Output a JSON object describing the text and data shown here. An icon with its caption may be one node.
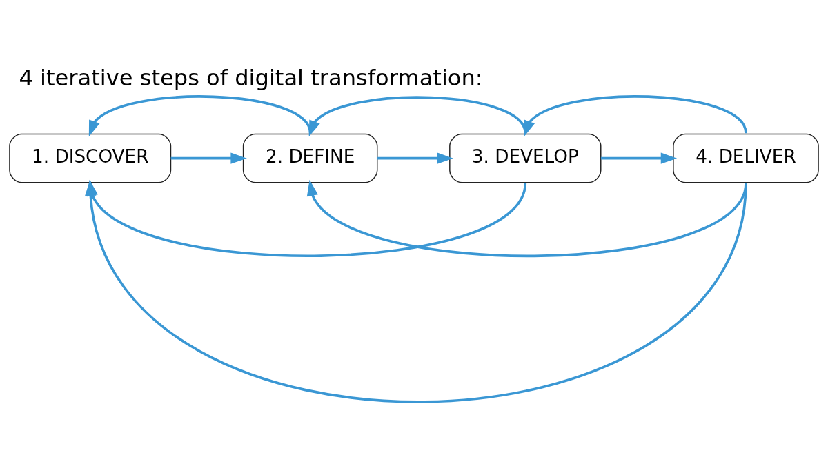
{
  "diagram": {
    "title": "4 iterative steps of digital transformation:",
    "nodes": [
      {
        "text": [
          "1. DISCOVER"
        ]
      },
      {
        "text": [
          "2. DEFINE"
        ]
      },
      {
        "text": [
          "3. DEVELOP"
        ]
      },
      {
        "text": [
          "4. DELIVER"
        ]
      }
    ],
    "edges": [
      {
        "from": 0,
        "to": 1,
        "arrow": "to"
      },
      {
        "from": 1,
        "to": 2,
        "arrow": "to"
      },
      {
        "from": 2,
        "to": 3,
        "arrow": "to"
      },
      {
        "from": 1,
        "to": 0,
        "arrow": "to"
      },
      {
        "from": 2,
        "to": 1,
        "arrow": "to"
      },
      {
        "from": 3,
        "to": 2,
        "arrow": "to"
      },
      {
        "from": 2,
        "to": 0,
        "arrow": "to"
      },
      {
        "from": 3,
        "to": 1,
        "arrow": "to"
      },
      {
        "from": 3,
        "to": 0,
        "arrow": "to"
      }
    ]
  }
}
